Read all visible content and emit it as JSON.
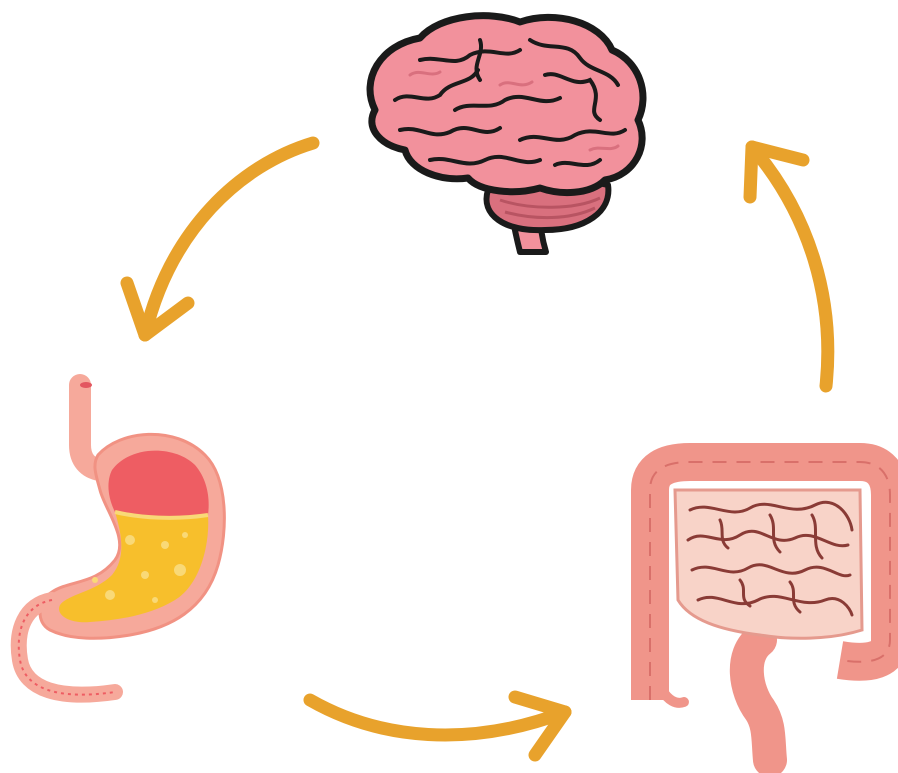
{
  "diagram": {
    "nodes": [
      {
        "id": "brain",
        "icon": "brain-icon"
      },
      {
        "id": "stomach",
        "icon": "stomach-icon"
      },
      {
        "id": "intestines",
        "icon": "intestines-icon"
      }
    ],
    "edges": [
      {
        "from": "brain",
        "to": "stomach",
        "icon": "curved-arrow-icon"
      },
      {
        "from": "stomach",
        "to": "intestines",
        "icon": "curved-arrow-icon"
      },
      {
        "from": "intestines",
        "to": "brain",
        "icon": "curved-arrow-icon"
      }
    ]
  },
  "colors": {
    "arrow": "#E8A22C",
    "outline": "#1A1A1A",
    "brain": "#F2919C",
    "brain_dark": "#D9707E",
    "stomach_wall": "#F6A99B",
    "stomach_upper": "#EE5D63",
    "stomach_fluid": "#F7BF2C",
    "intestine": "#F0958A",
    "intestine_inner": "#F8D3C8"
  }
}
